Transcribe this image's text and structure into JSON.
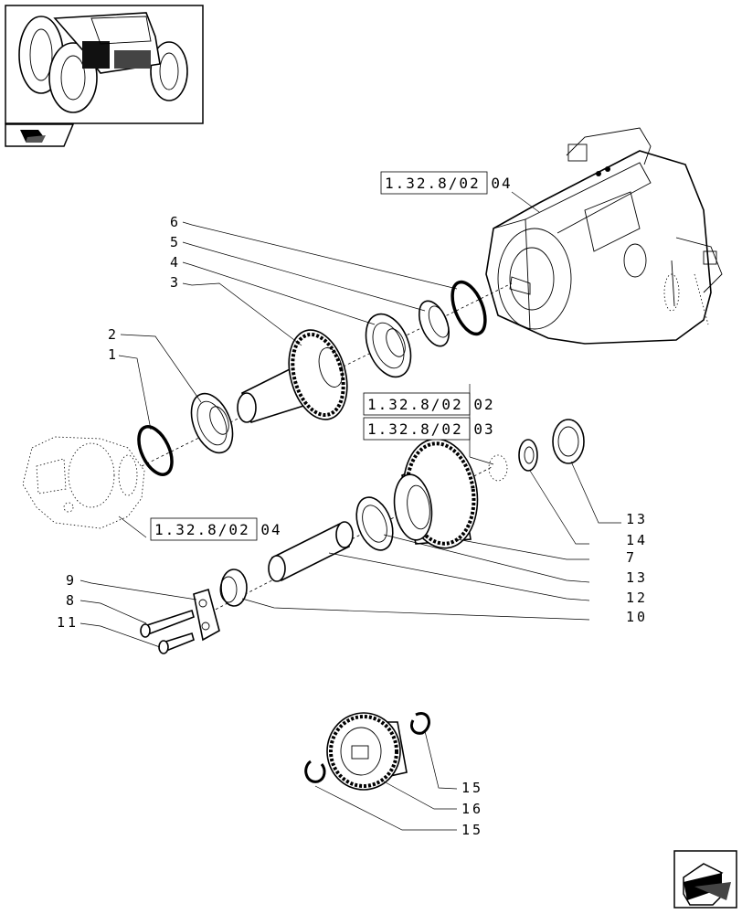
{
  "nav": {
    "thumbnail_label": "tractor-thumbnail",
    "section_icon": "book-icon",
    "next_icon": "arrow-next-icon"
  },
  "refs": {
    "r1": "1.32.8/02  04",
    "r2": "1.32.8/02  02",
    "r3": "1.32.8/02  03",
    "r4": "1.32.8/02  04"
  },
  "callouts": {
    "c1": "1",
    "c2": "2",
    "c3": "3",
    "c4": "4",
    "c5": "5",
    "c6": "6",
    "c7": "7",
    "c8": "8",
    "c9": "9",
    "c10": "10",
    "c11": "11",
    "c12": "12",
    "c13a": "13",
    "c13b": "13",
    "c14": "14",
    "c15a": "15",
    "c15b": "15",
    "c16": "16"
  }
}
